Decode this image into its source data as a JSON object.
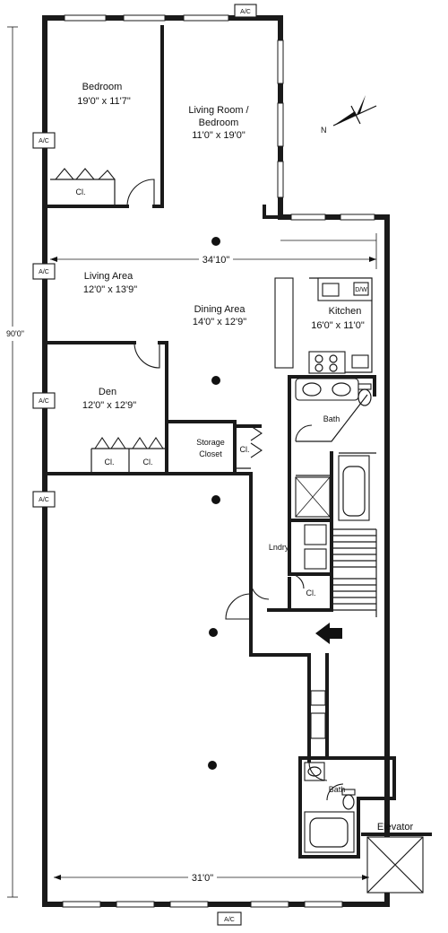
{
  "rooms": {
    "bedroom": {
      "name": "Bedroom",
      "size": "19'0\" x 11'7\""
    },
    "living_bedroom": {
      "name_line1": "Living Room /",
      "name_line2": "Bedroom",
      "size": "11'0\" x 19'0\""
    },
    "living_area": {
      "name": "Living Area",
      "size": "12'0\" x 13'9\""
    },
    "dining_area": {
      "name": "Dining Area",
      "size": "14'0\" x 12'9\""
    },
    "kitchen": {
      "name": "Kitchen",
      "size": "16'0\" x 11'0\""
    },
    "den": {
      "name": "Den",
      "size": "12'0\" x 12'9\""
    },
    "storage": {
      "line1": "Storage",
      "line2": "Closet"
    },
    "bath_upper": "Bath",
    "bath_lower": "Bath",
    "laundry": "Lndry.",
    "elevator": "Elevator"
  },
  "closet_label": "Cl.",
  "dimensions": {
    "overall_height": "90'0\"",
    "width_mid": "34'10\"",
    "width_bottom": "31'0\""
  },
  "ac_label": "A/C",
  "compass_label": "N",
  "appliance_labels": {
    "dishwasher": "D/W"
  }
}
